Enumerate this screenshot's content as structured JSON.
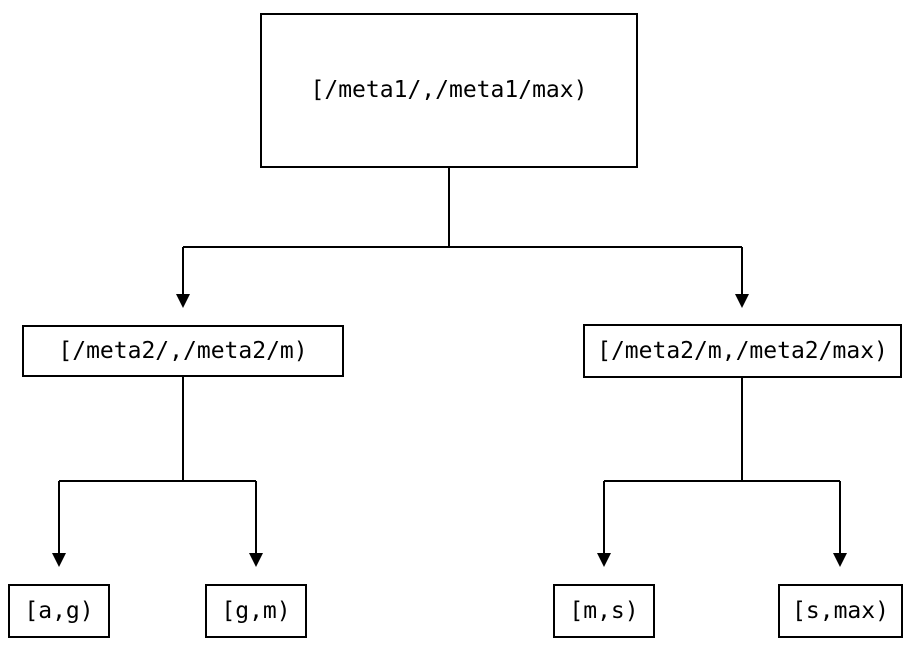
{
  "diagram": {
    "type": "binary-interval-tree",
    "colors": {
      "background": "#ffffff",
      "line": "#000000",
      "text": "#000000"
    }
  },
  "tree": {
    "label": "[/meta1/,/meta1/max)",
    "children": [
      {
        "label": "[/meta2/,/meta2/m)",
        "children": [
          {
            "label": "[a,g)"
          },
          {
            "label": "[g,m)"
          }
        ]
      },
      {
        "label": "[/meta2/m,/meta2/max)",
        "children": [
          {
            "label": "[m,s)"
          },
          {
            "label": "[s,max)"
          }
        ]
      }
    ]
  }
}
